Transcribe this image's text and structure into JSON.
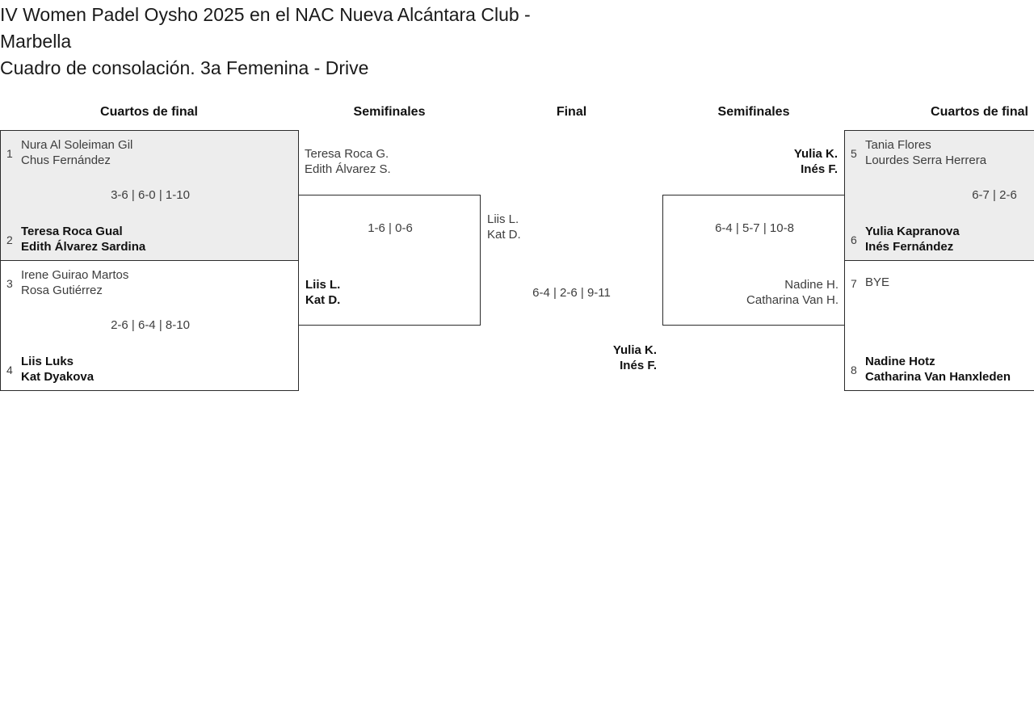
{
  "title": {
    "line1": "IV Women Padel Oysho 2025 en el NAC Nueva Alcántara Club -",
    "line2": "Marbella",
    "line3": "Cuadro de consolación. 3a Femenina - Drive"
  },
  "headers": {
    "qf_left": "Cuartos de final",
    "sf_left": "Semifinales",
    "final": "Final",
    "sf_right": "Semifinales",
    "qf_right": "Cuartos de final"
  },
  "colors": {
    "shaded_cell": "#ededed",
    "border": "#2b2b2b",
    "text_normal": "#3d3d3d",
    "text_winner": "#111111"
  },
  "bracket": {
    "qf_left": [
      {
        "shaded": true,
        "score": "3-6 | 6-0 | 1-10",
        "slots": [
          {
            "seed": "1",
            "p1": "Nura Al Soleiman Gil",
            "p2": "Chus Fernández",
            "winner": false
          },
          {
            "seed": "2",
            "p1": "Teresa Roca Gual",
            "p2": "Edith Álvarez Sardina",
            "winner": true
          }
        ]
      },
      {
        "shaded": false,
        "score": "2-6 | 6-4 | 8-10",
        "slots": [
          {
            "seed": "3",
            "p1": "Irene Guirao Martos",
            "p2": "Rosa Gutiérrez",
            "winner": false
          },
          {
            "seed": "4",
            "p1": "Liis Luks",
            "p2": "Kat Dyakova",
            "winner": true
          }
        ]
      }
    ],
    "sf_left": {
      "score": "1-6 | 0-6",
      "top": {
        "p1": "Teresa Roca G.",
        "p2": "Edith Álvarez S.",
        "winner": false
      },
      "bottom": {
        "p1": "Liis L.",
        "p2": "Kat D.",
        "winner": true
      }
    },
    "final": {
      "score": "6-4 | 2-6 | 9-11",
      "top": {
        "p1": "Liis L.",
        "p2": "Kat D.",
        "winner": false
      },
      "bottom": {
        "p1": "Yulia K.",
        "p2": "Inés F.",
        "winner": true
      }
    },
    "sf_right": {
      "score": "6-4 | 5-7 | 10-8",
      "top": {
        "p1": "Yulia K.",
        "p2": "Inés F.",
        "winner": true
      },
      "bottom": {
        "p1": "Nadine H.",
        "p2": "Catharina Van H.",
        "winner": false
      }
    },
    "qf_right": [
      {
        "shaded": true,
        "score": "6-7 | 2-6",
        "slots": [
          {
            "seed": "5",
            "p1": "Tania Flores",
            "p2": "Lourdes Serra Herrera",
            "winner": false
          },
          {
            "seed": "6",
            "p1": "Yulia Kapranova",
            "p2": "Inés Fernández",
            "winner": true
          }
        ]
      },
      {
        "shaded": false,
        "score": "",
        "slots": [
          {
            "seed": "7",
            "p1": "BYE",
            "p2": "",
            "winner": false
          },
          {
            "seed": "8",
            "p1": "Nadine Hotz",
            "p2": "Catharina Van Hanxleden",
            "winner": true
          }
        ]
      }
    ]
  }
}
